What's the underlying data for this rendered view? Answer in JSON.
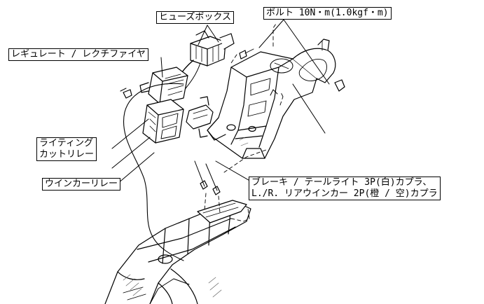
{
  "callouts": {
    "fuse_box": "ヒューズボックス",
    "bolt_torque": "ボルト 10N・m(1.0kgf・m)",
    "regulator_rectifier": "レギュレート / レクチファイヤ",
    "lighting_cutoff_relay_line1": "ライティング",
    "lighting_cutoff_relay_line2": "カットリレー",
    "winker_relay": "ウインカーリレー",
    "connector_line1": "ブレーキ / テールライト 3P(白)カプラ、",
    "connector_line2": "L./R. リアウインカー 2P(橙 / 空)カプラ"
  },
  "colors": {
    "line": "#000000",
    "hatch": "#555555",
    "background": "#ffffff"
  }
}
